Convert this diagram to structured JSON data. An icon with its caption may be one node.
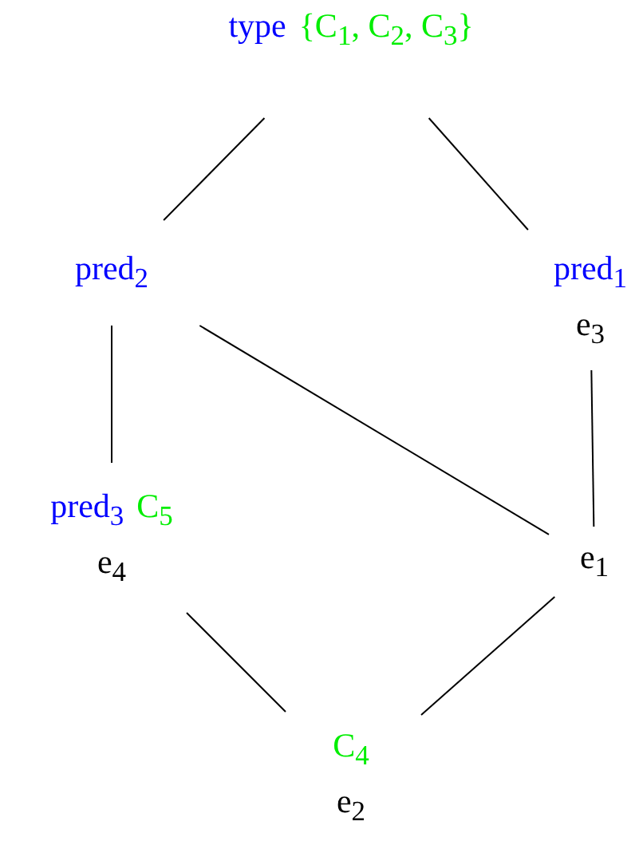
{
  "diagram": {
    "nodes": [
      {
        "text": [
          "type",
          "{C$_{1}$, C$_{2}$, C$_{3}$}"
        ]
      },
      {
        "text": [
          "pred$_{2}$"
        ]
      },
      {
        "text": [
          "pred$_{1}$",
          "e$_{3}$"
        ]
      },
      {
        "text": [
          "pred$_{3}$",
          "C$_{5}$",
          "e$_{4}$"
        ]
      },
      {
        "text": [
          "e$_{1}$"
        ]
      },
      {
        "text": [
          "C$_{4}$",
          "e$_{2}$"
        ]
      }
    ],
    "edges": [
      {
        "from": 0,
        "to": 1,
        "arrow": "none"
      },
      {
        "from": 0,
        "to": 2,
        "arrow": "none"
      },
      {
        "from": 1,
        "to": 3,
        "arrow": "none"
      },
      {
        "from": 1,
        "to": 4,
        "arrow": "none"
      },
      {
        "from": 2,
        "to": 4,
        "arrow": "none"
      },
      {
        "from": 3,
        "to": 5,
        "arrow": "none"
      },
      {
        "from": 4,
        "to": 5,
        "arrow": "none"
      }
    ]
  }
}
